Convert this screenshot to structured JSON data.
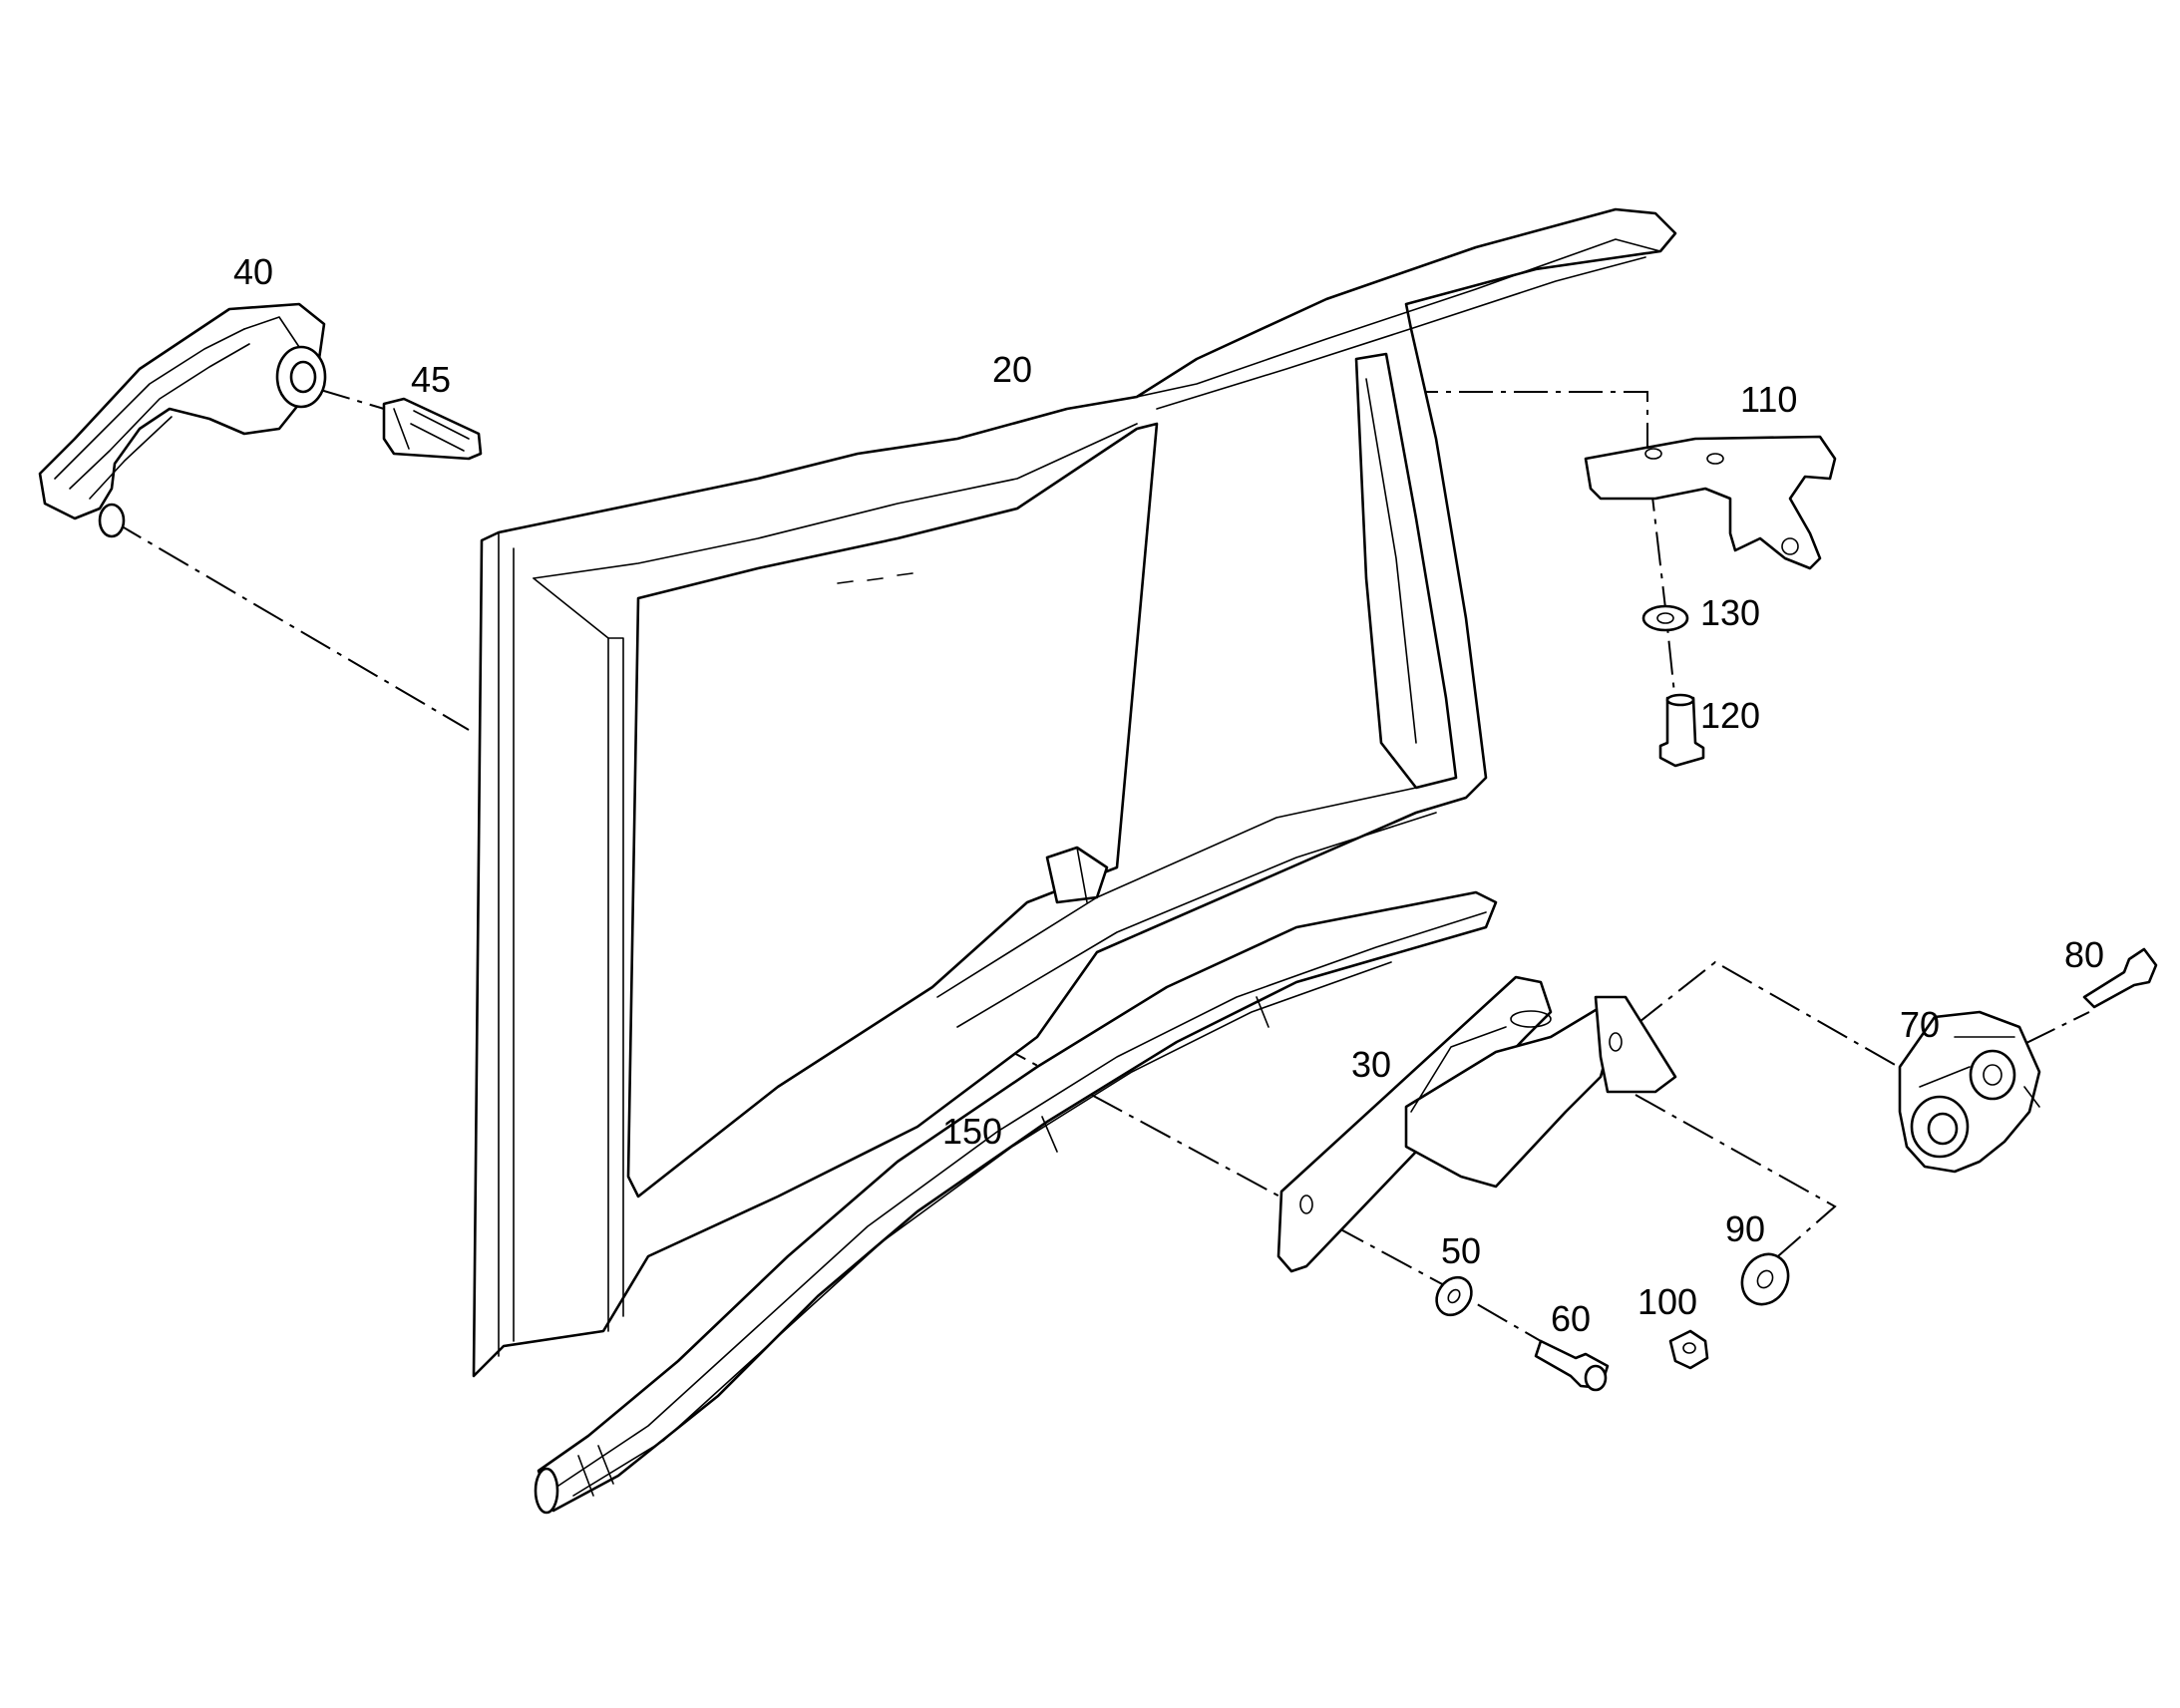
{
  "callouts": {
    "c20": "20",
    "c30": "30",
    "c40": "40",
    "c45": "45",
    "c50": "50",
    "c60": "60",
    "c70": "70",
    "c80": "80",
    "c90": "90",
    "c100": "100",
    "c110": "110",
    "c120": "120",
    "c130": "130",
    "c150": "150"
  }
}
